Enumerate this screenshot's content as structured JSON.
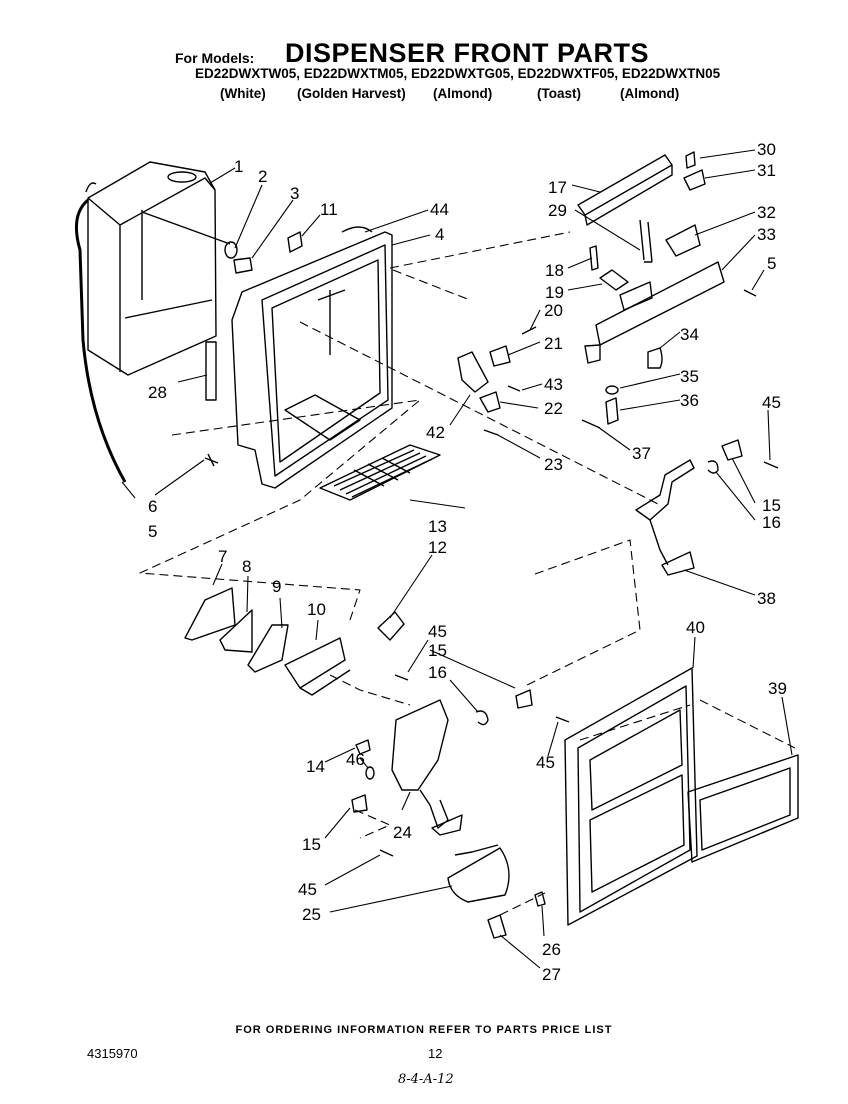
{
  "header": {
    "for_models_label": "For Models:",
    "title": "DISPENSER FRONT PARTS",
    "models_line": "ED22DWXTW05, ED22DWXTM05, ED22DWXTG05, ED22DWXTF05, ED22DWXTN05",
    "colors": [
      "(White)",
      "(Golden Harvest)",
      "(Almond)",
      "(Toast)",
      "(Almond)"
    ]
  },
  "callouts": [
    "1",
    "2",
    "3",
    "11",
    "44",
    "4",
    "28",
    "6",
    "5",
    "13",
    "12",
    "7",
    "8",
    "9",
    "10",
    "45",
    "15",
    "16",
    "14",
    "46",
    "24",
    "25",
    "26",
    "27",
    "40",
    "39",
    "17",
    "29",
    "30",
    "31",
    "32",
    "33",
    "18",
    "19",
    "20",
    "21",
    "43",
    "22",
    "42",
    "23",
    "34",
    "35",
    "36",
    "37",
    "38"
  ],
  "footer": {
    "ordering_note": "FOR ORDERING INFORMATION REFER TO PARTS PRICE LIST",
    "doc_number": "4315970",
    "page_number": "12",
    "handwritten": "8-4-A-12"
  }
}
